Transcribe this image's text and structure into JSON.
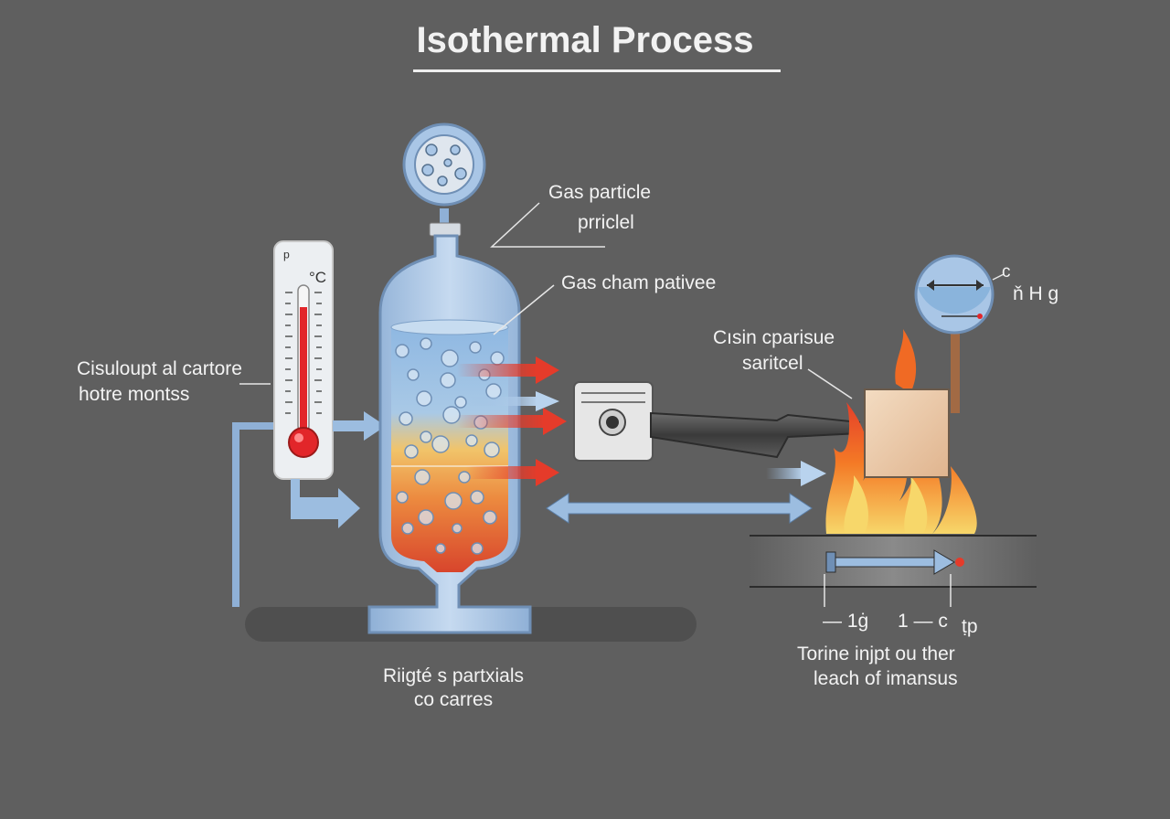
{
  "title": "Isothermal Process",
  "labels": {
    "gas_particle_1": "Gas particle",
    "gas_particle_2": "prriclel",
    "gas_chamber": "Gas cham pativee",
    "left_1": "Cisuloupt al cartore",
    "left_2": "hotre montss",
    "center_right_1": "Cısin cparisue",
    "center_right_2": "saritcel",
    "gauge_c": "c",
    "gauge_hg": "ň H g",
    "thermo_unit": "°C",
    "thermo_top": "ᵖ",
    "bottom_center_1": "Riigté s partxials",
    "bottom_center_2": "co carres",
    "scale_1": "— 1ġ",
    "scale_2": "1 — c",
    "scale_3": "ṭp",
    "bottom_right_1": "Torine injpt ou ther",
    "bottom_right_2": "leach of imansus"
  },
  "colors": {
    "background": "#5f5f5f",
    "glass": "#a9c6e6",
    "cold_liquid": "#8ab4dc",
    "hot_liquid": "#e2723a",
    "heat_arrow": "#e53b2a",
    "flow_arrow": "#9cbde0",
    "flame": "#f46a22",
    "mercury": "#e2262a"
  },
  "icons": [
    "thermometer-icon",
    "pressure-gauge-icon",
    "piston-icon",
    "flame-icon",
    "heat-arrow-icon",
    "flow-arrow-icon"
  ]
}
